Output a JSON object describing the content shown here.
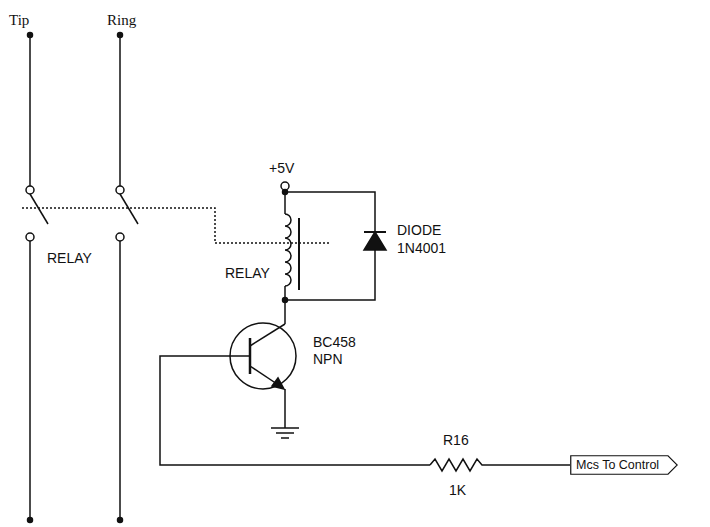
{
  "diagram": {
    "nodes": [
      {
        "text": [
          "Mcs To Control"
        ]
      }
    ],
    "labels": [
      "Tip",
      "Ring",
      "+5V",
      "DIODE",
      "1N4001",
      "RELAY",
      "RELAY",
      "BC458",
      "NPN",
      "R16",
      "1K"
    ]
  }
}
